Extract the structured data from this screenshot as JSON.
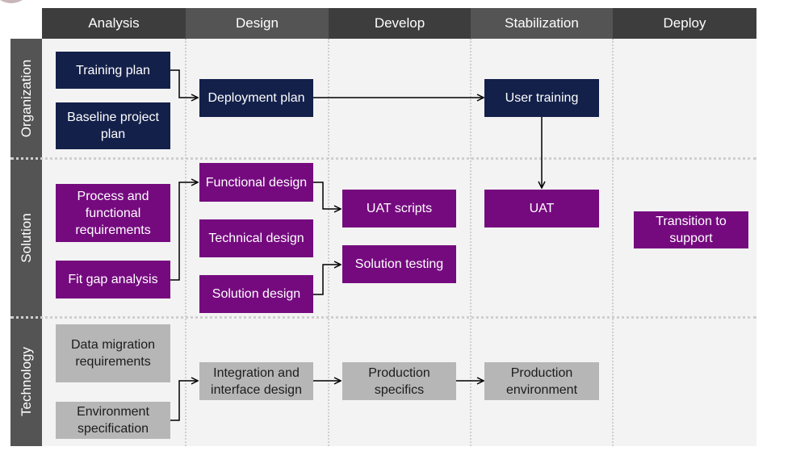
{
  "phases": [
    "Analysis",
    "Design",
    "Develop",
    "Stabilization",
    "Deploy"
  ],
  "rows": [
    "Organization",
    "Solution",
    "Technology"
  ],
  "boxes": {
    "training_plan": "Training plan",
    "baseline_plan": "Baseline project plan",
    "deployment_plan": "Deployment plan",
    "user_training": "User training",
    "process_requirements": "Process and functional requirements",
    "fit_gap": "Fit gap analysis",
    "functional_design": "Functional design",
    "technical_design": "Technical design",
    "solution_design": "Solution design",
    "uat_scripts": "UAT scripts",
    "solution_testing": "Solution testing",
    "uat": "UAT",
    "transition_support": "Transition to support",
    "data_migration": "Data migration requirements",
    "environment_spec": "Environment specification",
    "integration_design": "Integration and interface design",
    "production_specifics": "Production specifics",
    "production_environment": "Production environment"
  },
  "colors": {
    "header_dark": "#3d3d3d",
    "header_light": "#545454",
    "navy": "#13204a",
    "purple": "#750a7f",
    "gray": "#b6b6b6",
    "lane_background": "#f3f3f3"
  }
}
